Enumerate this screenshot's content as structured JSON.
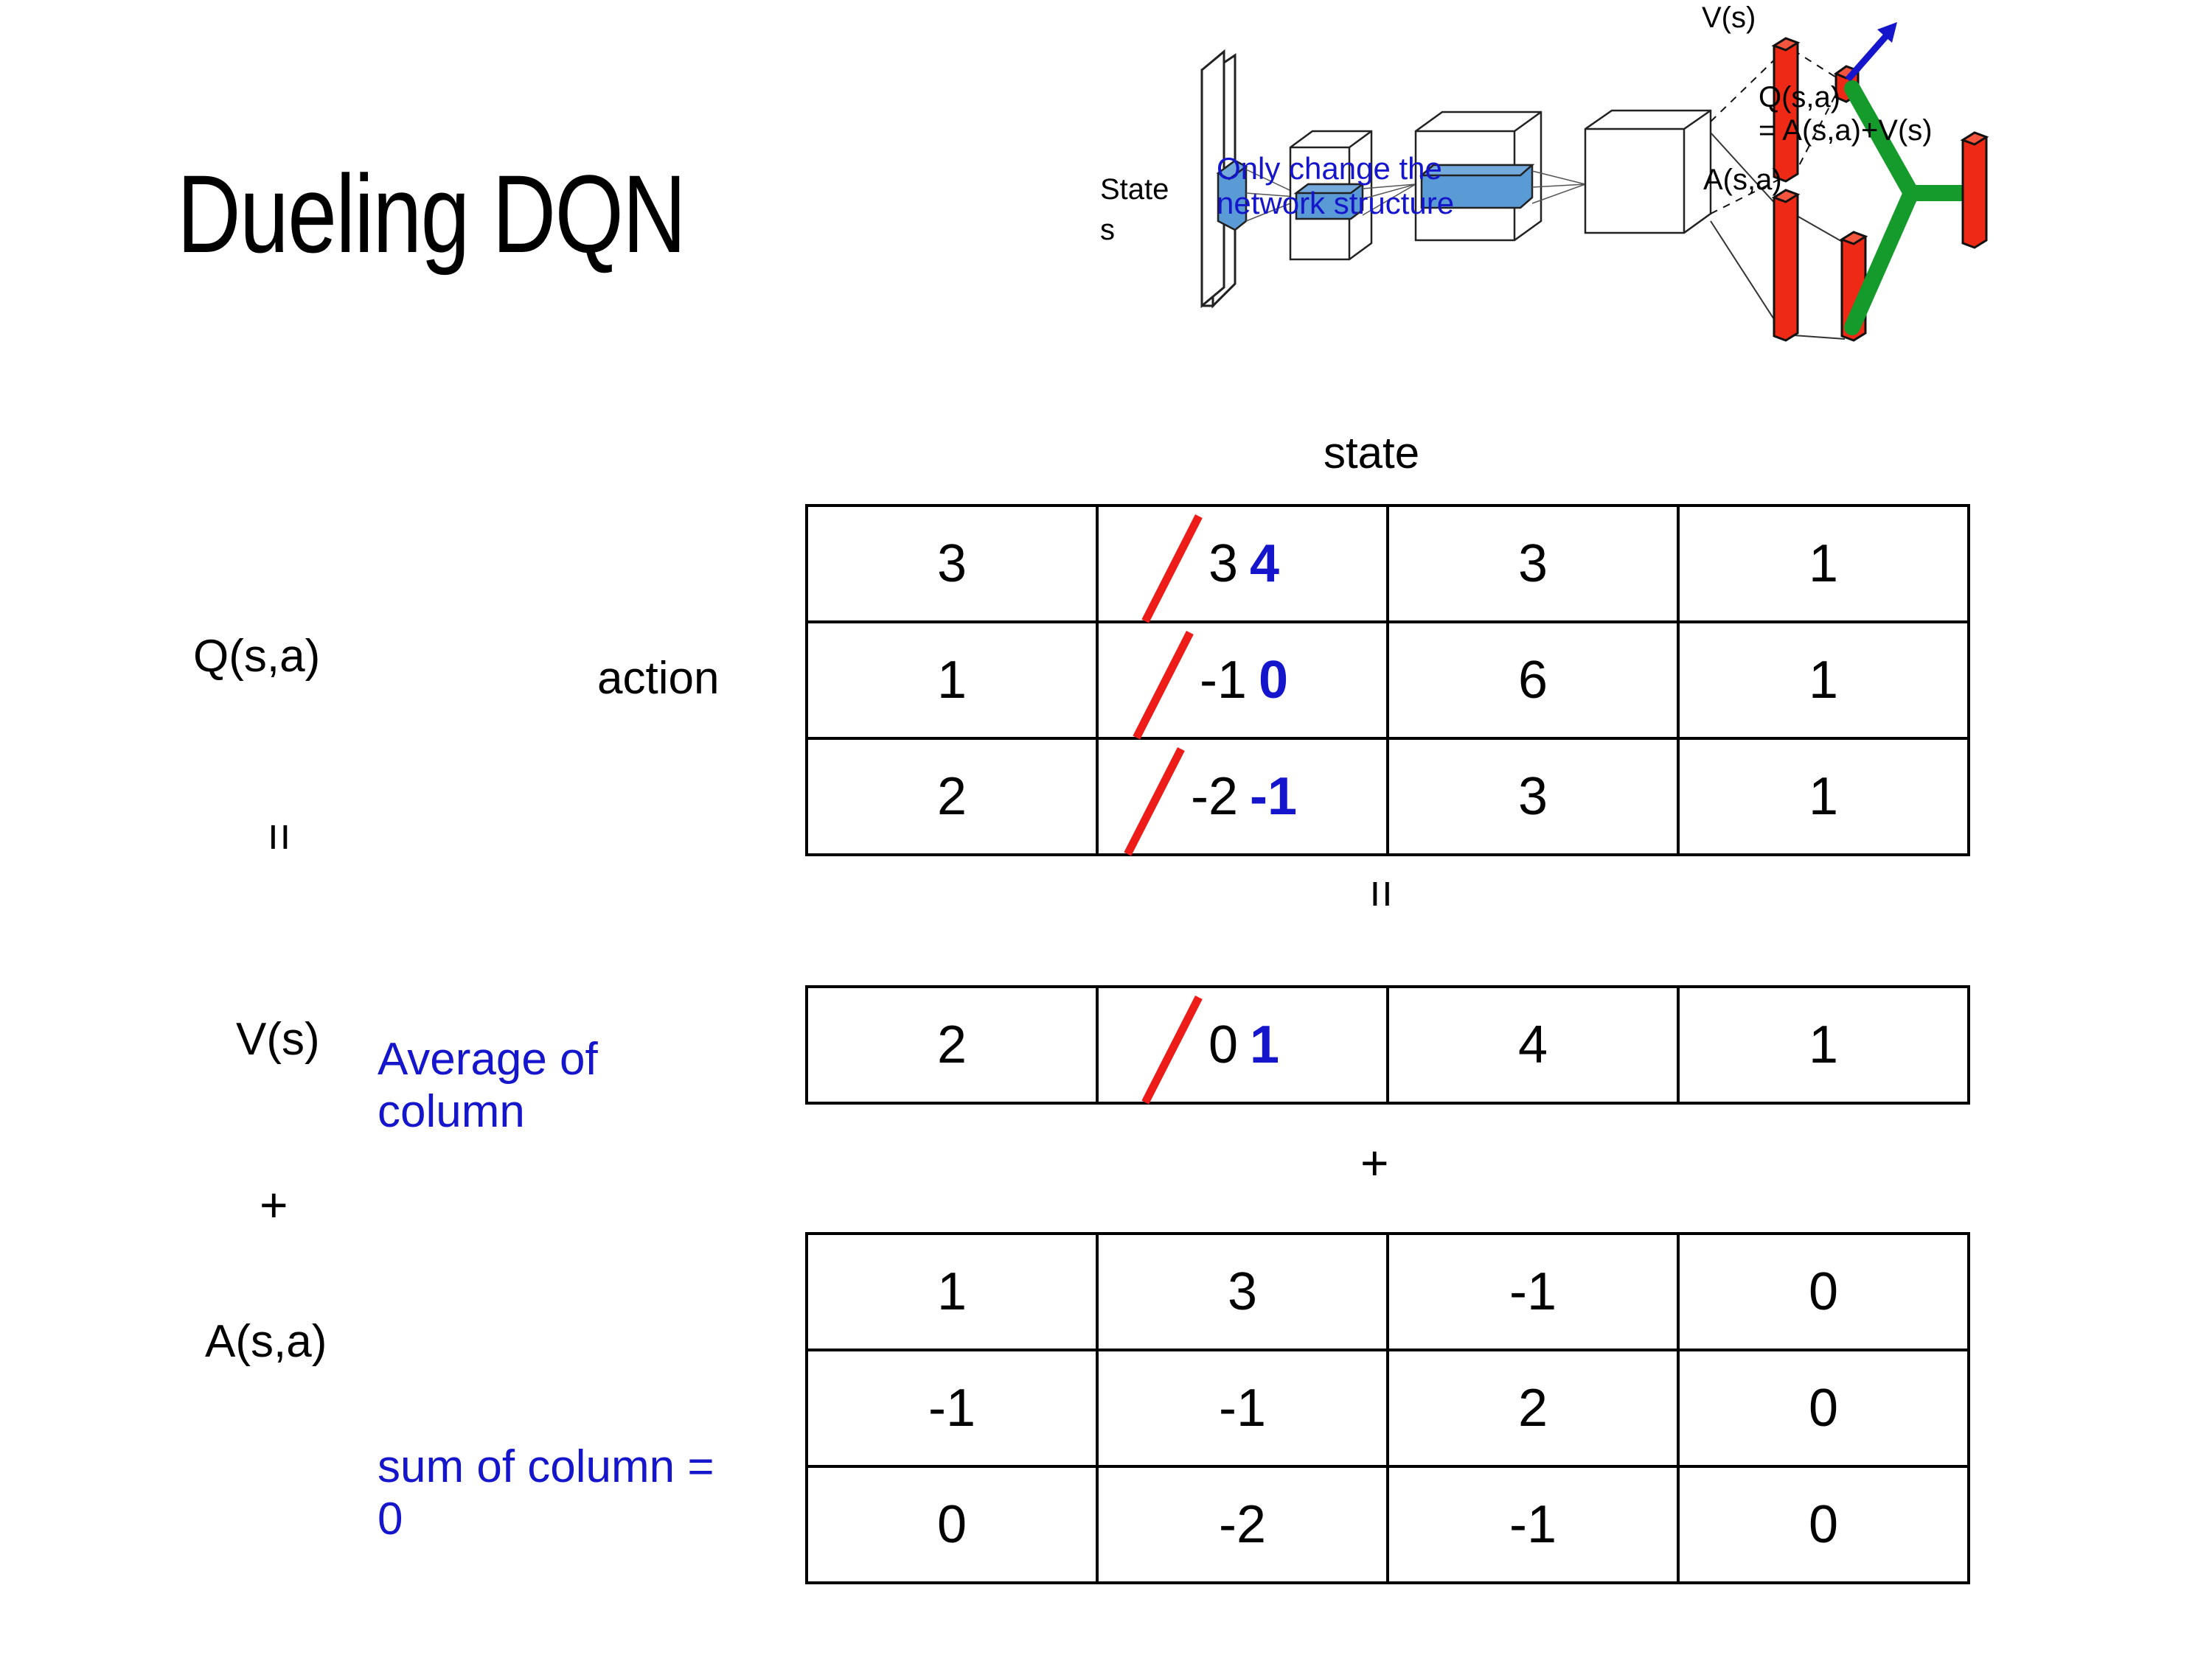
{
  "slide": {
    "title": "Dueling DQN"
  },
  "network_diagram": {
    "input_label_line1": "State",
    "input_label_line2": "s",
    "value_stream_label": "V(s)",
    "advantage_stream_label": "A(s,a)",
    "output_label_line1": "Q(s,a)",
    "output_label_line2": "= A(s,a)+V(s)",
    "annotation_line1": "Only change the",
    "annotation_line2": "network structure",
    "annotation_color": "#1515CC",
    "block_fill": "#5B9BD5",
    "bar_fill": "#EE2A16",
    "merge_color": "#159B2B",
    "arrow_color": "#1515CC"
  },
  "labels": {
    "state_header": "state",
    "action": "action",
    "q_label": "Q(s,a)",
    "v_label": "V(s)",
    "a_label": "A(s,a)",
    "equals_1": "=",
    "equals_2": "=",
    "plus_1": "+",
    "plus_2": "+",
    "avg_note": "Average of column",
    "sum_note": "sum of column = 0",
    "note_color": "#1515CC",
    "edit_old_strike_color": "#EE1C18",
    "edit_new_color": "#1515CC"
  },
  "tables": {
    "q": {
      "name": "Q(s,a)",
      "rows": [
        [
          {
            "value": "3"
          },
          {
            "old": "3",
            "new": "4"
          },
          {
            "value": "3"
          },
          {
            "value": "1"
          }
        ],
        [
          {
            "value": "1"
          },
          {
            "old": "-1",
            "new": "0"
          },
          {
            "value": "6"
          },
          {
            "value": "1"
          }
        ],
        [
          {
            "value": "2"
          },
          {
            "old": "-2",
            "new": "-1"
          },
          {
            "value": "3"
          },
          {
            "value": "1"
          }
        ]
      ]
    },
    "v": {
      "name": "V(s)",
      "rows": [
        [
          {
            "value": "2"
          },
          {
            "old": "0",
            "new": "1"
          },
          {
            "value": "4"
          },
          {
            "value": "1"
          }
        ]
      ]
    },
    "a": {
      "name": "A(s,a)",
      "rows": [
        [
          {
            "value": "1"
          },
          {
            "value": "3"
          },
          {
            "value": "-1"
          },
          {
            "value": "0"
          }
        ],
        [
          {
            "value": "-1"
          },
          {
            "value": "-1"
          },
          {
            "value": "2"
          },
          {
            "value": "0"
          }
        ],
        [
          {
            "value": "0"
          },
          {
            "value": "-2"
          },
          {
            "value": "-1"
          },
          {
            "value": "0"
          }
        ]
      ]
    }
  }
}
